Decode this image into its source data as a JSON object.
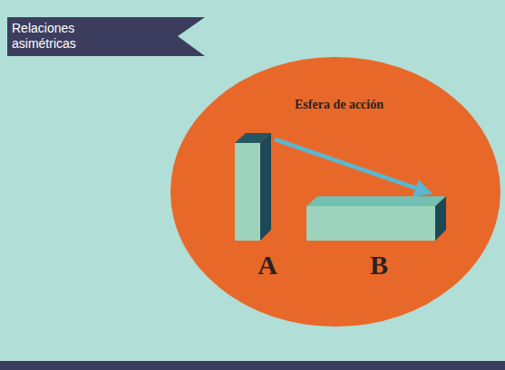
{
  "diagram": {
    "title": "Relaciones asimétricas",
    "nodes": [
      {
        "text": [
          "Esfera de acción"
        ]
      },
      {
        "text": [
          "A"
        ],
        "in": 0
      },
      {
        "text": [
          "B"
        ],
        "in": 0
      }
    ],
    "edges": [
      {
        "from": 1,
        "to": 2,
        "arrow": "to"
      }
    ]
  }
}
